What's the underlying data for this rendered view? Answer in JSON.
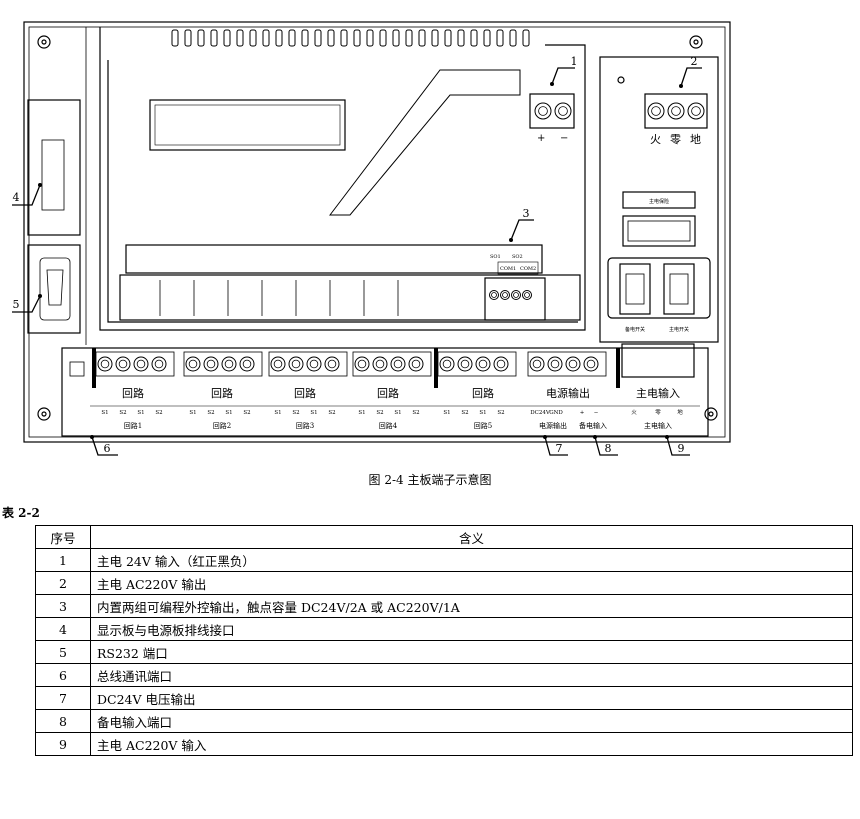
{
  "figure": {
    "caption": "图 2-4 主板端子示意图",
    "callouts": [
      "1",
      "2",
      "3",
      "4",
      "5",
      "6",
      "7",
      "8",
      "9"
    ],
    "power_polarity": [
      "+",
      "−"
    ],
    "ac_terminals": [
      "火",
      "零",
      "地"
    ],
    "main_fuse_label": "主电保险",
    "relay_labels": {
      "so1": "SO1",
      "so2": "SO2",
      "com1": "COM1",
      "com2": "COM2"
    },
    "switch_labels": [
      "备电开关",
      "主电开关"
    ],
    "terminal_group_labels": [
      "回路",
      "回路",
      "回路",
      "回路",
      "回路",
      "电源输出",
      "主电输入"
    ],
    "pin_labels": [
      "S1",
      "S2",
      "S1",
      "S2",
      "S1",
      "S2",
      "S1",
      "S2",
      "S1",
      "S2",
      "S1",
      "S2",
      "S1",
      "S2",
      "S1",
      "S2",
      "S1",
      "S2",
      "S1",
      "S2",
      "DC24V",
      "GND",
      "+",
      "−",
      "火",
      "零",
      "地"
    ],
    "bottom_labels": [
      "回路1",
      "回路2",
      "回路3",
      "回路4",
      "回路5",
      "电源输出",
      "备电输入",
      "主电输入"
    ]
  },
  "table": {
    "label": "表 2-2",
    "headers": [
      "序号",
      "含义"
    ],
    "rows": [
      {
        "no": "1",
        "text": "主电 24V 输入（红正黑负）"
      },
      {
        "no": "2",
        "text": "主电 AC220V 输出"
      },
      {
        "no": "3",
        "text": "内置两组可编程外控输出，触点容量 DC24V/2A 或 AC220V/1A"
      },
      {
        "no": "4",
        "text": "显示板与电源板排线接口"
      },
      {
        "no": "5",
        "text": "RS232 端口"
      },
      {
        "no": "6",
        "text": "总线通讯端口"
      },
      {
        "no": "7",
        "text": "DC24V 电压输出"
      },
      {
        "no": "8",
        "text": "备电输入端口"
      },
      {
        "no": "9",
        "text": "主电 AC220V 输入"
      }
    ]
  }
}
